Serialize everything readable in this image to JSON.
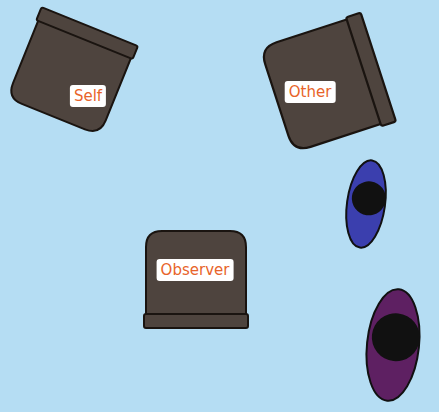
{
  "diagram": {
    "nodes": [
      {
        "text": [
          "Self"
        ]
      },
      {
        "text": [
          "Other"
        ]
      },
      {
        "text": [
          "Observer"
        ]
      }
    ]
  }
}
